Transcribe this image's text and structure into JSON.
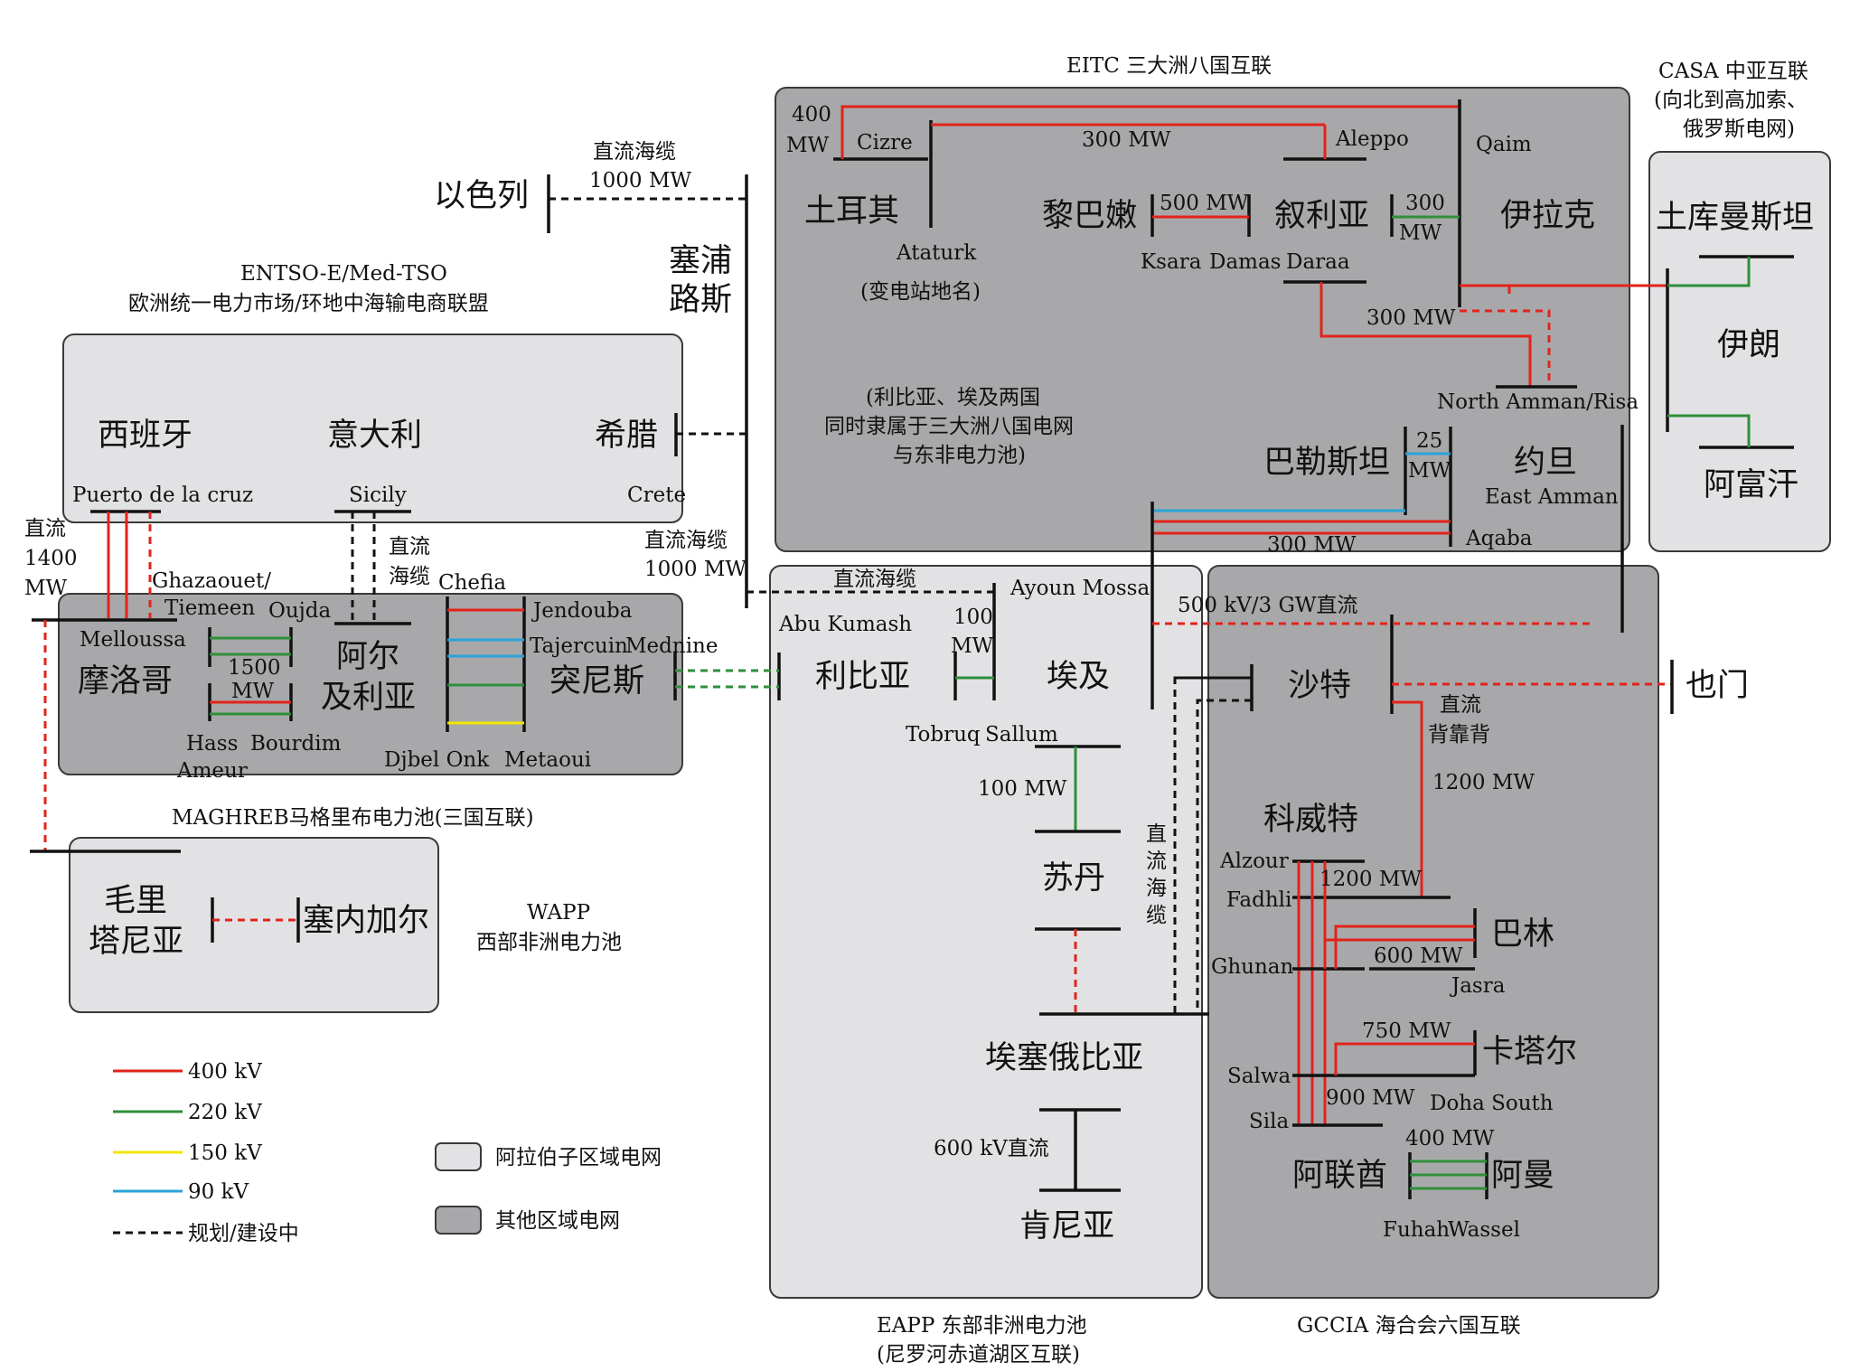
{
  "colors": {
    "kv400": "#e2231a",
    "kv220": "#2f8f3a",
    "kv150": "#f2e600",
    "kv90": "#2aa3d9",
    "planned": "#111111",
    "arab_fill": "#e2e2e4",
    "other_fill": "#a8a8aa"
  },
  "regions": {
    "eitc": "EITC 三大洲八国互联",
    "casa_1": "CASA 中亚互联",
    "casa_2": "(向北到高加索、",
    "casa_3": "俄罗斯电网)",
    "entso_1": "ENTSO-E/Med-TSO",
    "entso_2": "欧洲统一电力市场/环地中海输电商联盟",
    "maghreb": "MAGHREB马格里布电力池(三国互联)",
    "wapp_1": "WAPP",
    "wapp_2": "西部非洲电力池",
    "eapp_1": "EAPP 东部非洲电力池",
    "eapp_2": "(尼罗河赤道湖区互联)",
    "gccia": "GCCIA 海合会六国互联"
  },
  "countries": {
    "israel": "以色列",
    "cyprus_1": "塞浦",
    "cyprus_2": "路斯",
    "turkey": "土耳其",
    "lebanon": "黎巴嫩",
    "syria": "叙利亚",
    "iraq": "伊拉克",
    "turkmenistan": "土库曼斯坦",
    "iran": "伊朗",
    "afghanistan": "阿富汗",
    "spain": "西班牙",
    "italy": "意大利",
    "greece": "希腊",
    "palestine": "巴勒斯坦",
    "jordan": "约旦",
    "morocco": "摩洛哥",
    "algeria_1": "阿尔",
    "algeria_2": "及利亚",
    "tunisia": "突尼斯",
    "libya": "利比亚",
    "egypt": "埃及",
    "saudi": "沙特",
    "yemen": "也门",
    "mauritania_1": "毛里",
    "mauritania_2": "塔尼亚",
    "senegal": "塞内加尔",
    "sudan": "苏丹",
    "kuwait": "科威特",
    "bahrain": "巴林",
    "qatar": "卡塔尔",
    "ethiopia": "埃塞俄比亚",
    "uae": "阿联酋",
    "oman": "阿曼",
    "kenya": "肯尼亚"
  },
  "stations": {
    "cizre": "Cizre",
    "aleppo": "Aleppo",
    "qaim": "Qaim",
    "ataturk": "Ataturk",
    "ksara": "Ksara",
    "damas": "Damas",
    "daraa": "Daraa",
    "north_amman": "North Amman/Risa",
    "east_amman": "East Amman",
    "aqaba": "Aqaba",
    "puerto": "Puerto de la cruz",
    "sicily": "Sicily",
    "crete": "Crete",
    "ghazaouet": "Ghazaouet/",
    "tiemeen": "Tiemeen",
    "oujda": "Oujda",
    "chefia": "Chefia",
    "melloussa": "Melloussa",
    "jendouba": "Jendouba",
    "tajercuin": "Tajercuin",
    "mednine": "Mednine",
    "hass": "Hass",
    "bourdim": "Bourdim",
    "ameur": "Ameur",
    "djbel_onk": "Djbel Onk",
    "metaoui": "Metaoui",
    "ayoun_mossa": "Ayoun Mossa",
    "abu_kumash": "Abu Kumash",
    "tobruq": "Tobruq",
    "sallum": "Sallum",
    "alzour": "Alzour",
    "fadhli": "Fadhli",
    "ghunan": "Ghunan",
    "jasra": "Jasra",
    "salwa": "Salwa",
    "sila": "Sila",
    "doha_south": "Doha South",
    "fuhah": "Fuhah",
    "wassel": "Wassel"
  },
  "notes": {
    "dc_cable": "直流海缆",
    "mw1000": "1000 MW",
    "mw400_a": "400",
    "mw400_b": "MW",
    "mw300": "300 MW",
    "mw500": "500 MW",
    "mw300_a": "300",
    "mw300_b": "MW",
    "substation": "(变电站地名)",
    "note_1": "(利比亚、埃及两国",
    "note_2": "同时隶属于三大洲八国电网",
    "note_3": "与东非电力池)",
    "mw25_a": "25",
    "mw25_b": "MW",
    "dc1": "直流",
    "dc1_mw": "1400",
    "dc1_u": "MW",
    "dc_cable_a": "直流",
    "dc_cable_b": "海缆",
    "mw1500_a": "1500",
    "mw1500_b": "MW",
    "mw100_a": "100",
    "mw100_b": "MW",
    "mw100": "100 MW",
    "dc500": "500 kV/3 GW直流",
    "btb_1": "直流",
    "btb_2": "背靠背",
    "mw1200": "1200 MW",
    "mw1200_b": "1200 MW",
    "vert_1": "直",
    "vert_2": "流",
    "vert_3": "海",
    "vert_4": "缆",
    "mw600": "600 MW",
    "mw750": "750 MW",
    "mw900": "900 MW",
    "mw400": "400 MW",
    "dc600": "600 kV直流"
  },
  "legend": {
    "kv400": "400 kV",
    "kv220": "220 kV",
    "kv150": "150 kV",
    "kv90": "90 kV",
    "planned": "规划/建设中",
    "arab": "阿拉伯子区域电网",
    "other": "其他区域电网"
  }
}
